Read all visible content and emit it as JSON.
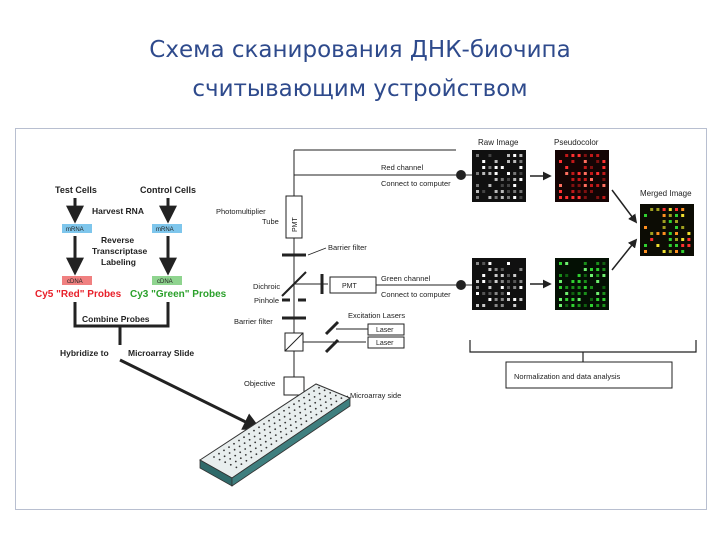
{
  "title": {
    "line1": "Схема сканирования ДНК-биочипа",
    "line2": "считывающим устройством"
  },
  "diagram": {
    "test_cells": "Test Cells",
    "control_cells": "Control Cells",
    "harvest_rna": "Harvest RNA",
    "mrna": "mRNA",
    "rt1": "Reverse",
    "rt2": "Transcriptase",
    "rt3": "Labeling",
    "cdna": "cDNA",
    "cy5": "Cy5 \"Red\" Probes",
    "cy3": "Cy3 \"Green\" Probes",
    "combine": "Combine Probes",
    "hybridize": "Hybridize to",
    "microarray_slide": "Microarray Slide",
    "pmt_label1": "Photomultiplier",
    "pmt_label2": "Tube",
    "pmt": "PMT",
    "barrier_filter": "Barrier filter",
    "dichroic": "Dichroic",
    "pinhole": "Pinhole",
    "objective": "Objective",
    "excitation_lasers": "Excitation Lasers",
    "laser": "Laser",
    "microarray_side": "Microarray side",
    "red_channel": "Red channel",
    "green_channel": "Green channel",
    "connect": "Connect to computer",
    "raw_image": "Raw Image",
    "pseudocolor": "Pseudocolor",
    "merged_image": "Merged Image",
    "normalization": "Normalization and data analysis"
  },
  "colors": {
    "title": "#2e4a8c",
    "cy5": "#e8202a",
    "cy3": "#2aa02a",
    "mrna_tag": "#7ec6ec",
    "cdna_red": "#f08080",
    "cdna_green": "#8fd48f"
  }
}
